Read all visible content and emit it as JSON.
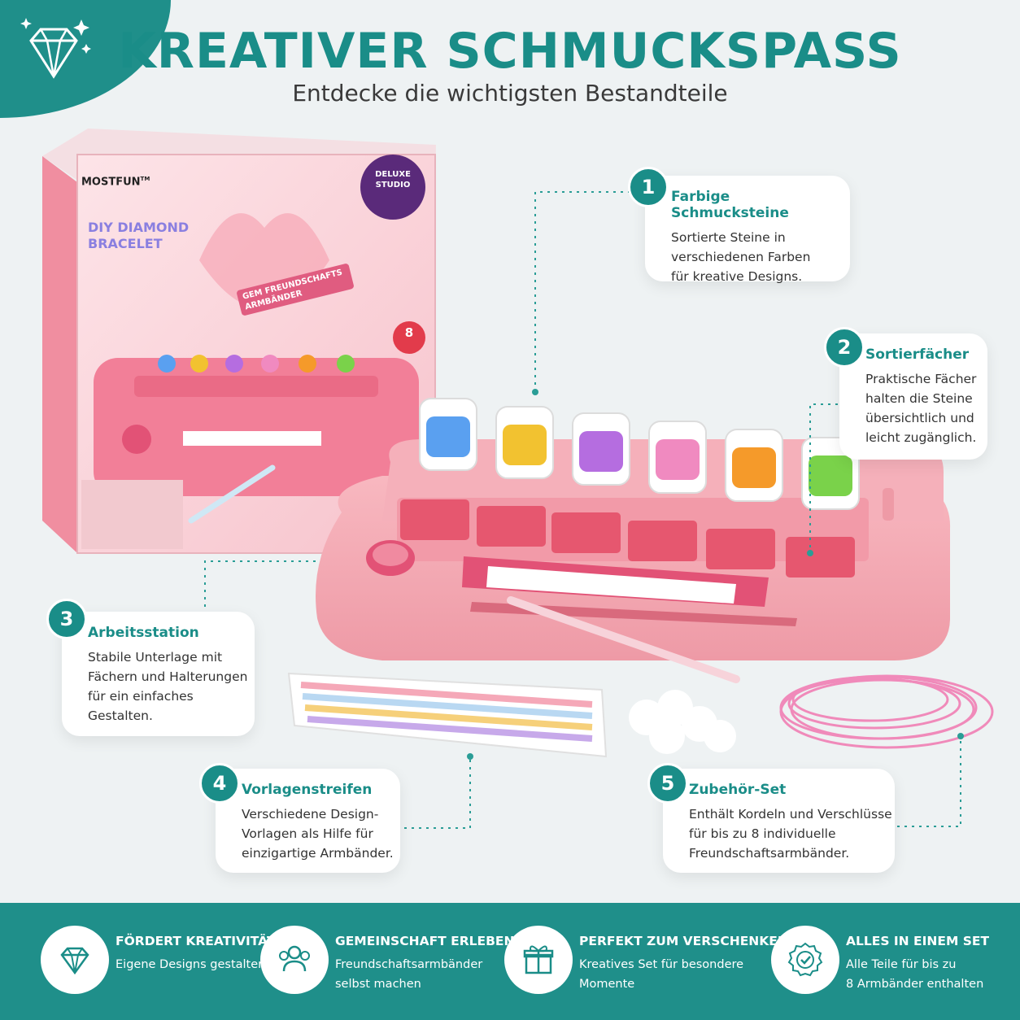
{
  "header": {
    "title": "KREATIVER SCHMUCKSPASS",
    "subtitle": "Entdecke die wichtigsten Bestandteile"
  },
  "box": {
    "brand": "MOSTFUN",
    "trademark": "TM",
    "product": "DIY DIAMOND BRACELET",
    "badge": "DELUXE STUDIO",
    "banner": "GEM FREUNDSCHAFTS ARMBÄNDER",
    "count": "8"
  },
  "callouts": [
    {
      "num": "1",
      "title": "Farbige Schmucksteine",
      "lines": [
        "Sortierte Steine in",
        "verschiedenen Farben",
        "für kreative Designs."
      ]
    },
    {
      "num": "2",
      "title": "Sortierfächer",
      "lines": [
        "Praktische Fächer",
        "halten die Steine",
        "übersichtlich und",
        "leicht zugänglich."
      ]
    },
    {
      "num": "3",
      "title": "Arbeitsstation",
      "lines": [
        "Stabile Unterlage mit",
        "Fächern und Halterungen",
        "für ein einfaches",
        "Gestalten."
      ]
    },
    {
      "num": "4",
      "title": "Vorlagenstreifen",
      "lines": [
        "Verschiedene Design-",
        "Vorlagen als Hilfe für",
        "einzigartige Armbänder."
      ]
    },
    {
      "num": "5",
      "title": "Zubehör-Set",
      "lines": [
        "Enthält Kordeln und Verschlüsse",
        "für bis zu 8 individuelle",
        "Freundschaftsarmbänder."
      ]
    }
  ],
  "features": [
    {
      "icon": "diamond-icon",
      "title": "FÖRDERT KREATIVITÄT",
      "lines": [
        "Eigene Designs gestalten"
      ]
    },
    {
      "icon": "community-icon",
      "title": "GEMEINSCHAFT ERLEBEN",
      "lines": [
        "Freundschaftsarmbänder",
        "selbst machen"
      ]
    },
    {
      "icon": "gift-icon",
      "title": "PERFEKT ZUM VERSCHENKEN",
      "lines": [
        "Kreatives Set für besondere",
        "Momente"
      ]
    },
    {
      "icon": "badge-check-icon",
      "title": "ALLES IN EINEM SET",
      "lines": [
        "Alle Teile für bis zu",
        "8 Armbänder enthalten"
      ]
    }
  ],
  "colors": {
    "teal": "#1a8d88",
    "pink": "#f4a9b4",
    "gems": [
      "#5aa0f0",
      "#f2c230",
      "#b56de0",
      "#f08ac0",
      "#f59a2a",
      "#7ad24a"
    ]
  }
}
